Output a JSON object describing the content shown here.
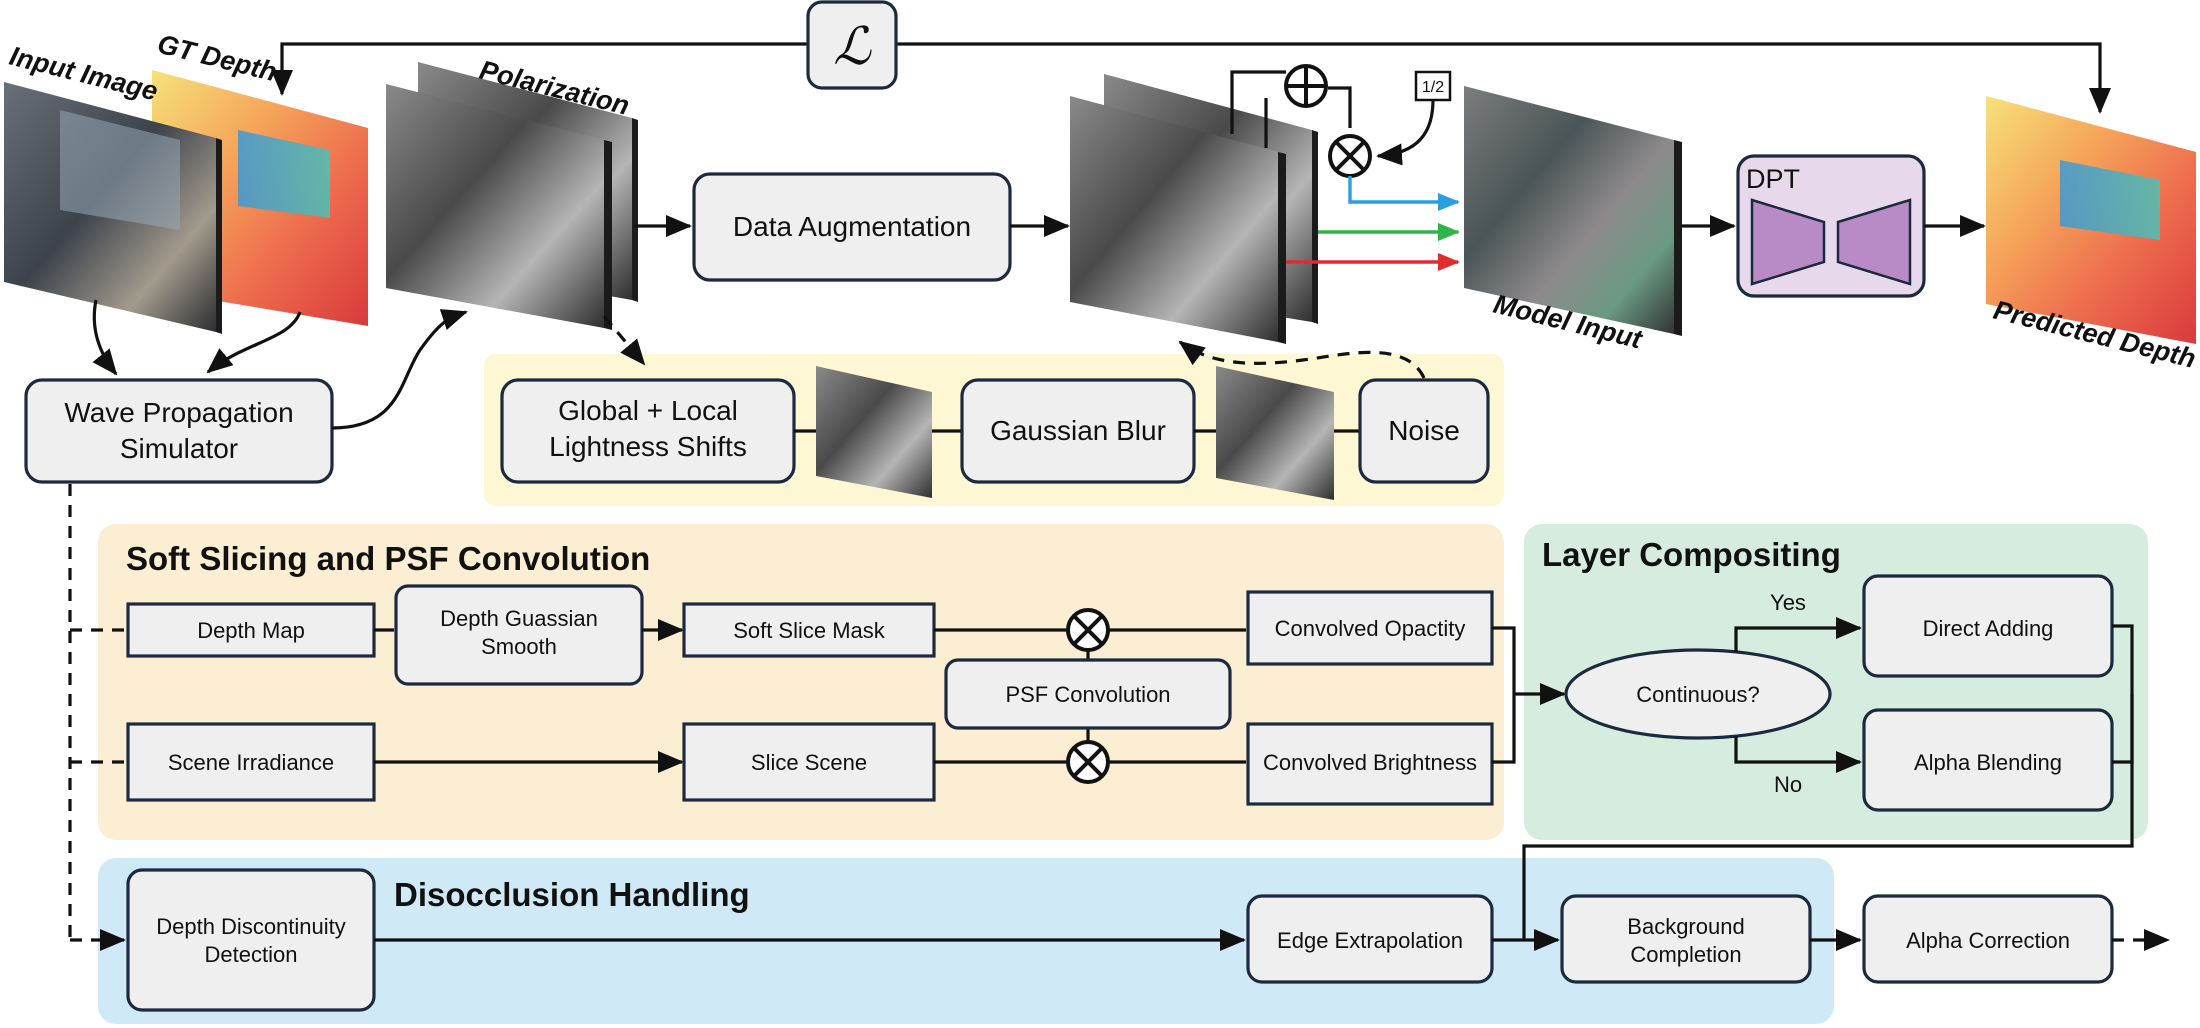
{
  "top": {
    "loss_symbol": "ℒ",
    "input_image_label": "Input Image",
    "gt_depth_label": "GT Depth",
    "polarization_label": "Polarization",
    "data_augmentation": "Data Augmentation",
    "half_label": "1/2",
    "model_input_label": "Model Input",
    "dpt_label": "DPT",
    "predicted_depth_label": "Predicted Depth",
    "wave_sim_line1": "Wave Propagation",
    "wave_sim_line2": "Simulator"
  },
  "augment": {
    "lightness_line1": "Global + Local",
    "lightness_line2": "Lightness Shifts",
    "gaussian_blur": "Gaussian Blur",
    "noise": "Noise"
  },
  "soft_slicing": {
    "title": "Soft Slicing and PSF Convolution",
    "depth_map": "Depth Map",
    "depth_smooth_line1": "Depth Guassian",
    "depth_smooth_line2": "Smooth",
    "soft_slice_mask": "Soft Slice Mask",
    "convolved_opacity": "Convolved Opactity",
    "psf_convolution": "PSF Convolution",
    "scene_irradiance": "Scene Irradiance",
    "slice_scene": "Slice Scene",
    "convolved_brightness": "Convolved Brightness"
  },
  "layer_compositing": {
    "title": "Layer Compositing",
    "continuous": "Continuous?",
    "yes": "Yes",
    "no": "No",
    "direct_adding": "Direct Adding",
    "alpha_blending": "Alpha Blending"
  },
  "disocclusion": {
    "title": "Disocclusion Handling",
    "discontinuity_line1": "Depth Discontinuity",
    "discontinuity_line2": "Detection",
    "edge_extrapolation": "Edge Extrapolation",
    "background_line1": "Background",
    "background_line2": "Completion",
    "alpha_correction": "Alpha Correction"
  },
  "colors": {
    "augment_panel": "#fdf8d3",
    "soft_slicing_panel": "#fbeed3",
    "layer_panel": "#d5ecdf",
    "disocclusion_panel": "#cfe9f6",
    "node_fill": "#efefef",
    "node_stroke": "#1c2a3d",
    "dpt_fill": "#e8d8ec",
    "dpt_shape": "#b88bc7",
    "channel_blue": "#2a9fe0",
    "channel_green": "#2db54a",
    "channel_red": "#e32b2b"
  },
  "icons": [
    "plus-circle-icon",
    "times-circle-icon",
    "multiply-circle-icon"
  ]
}
